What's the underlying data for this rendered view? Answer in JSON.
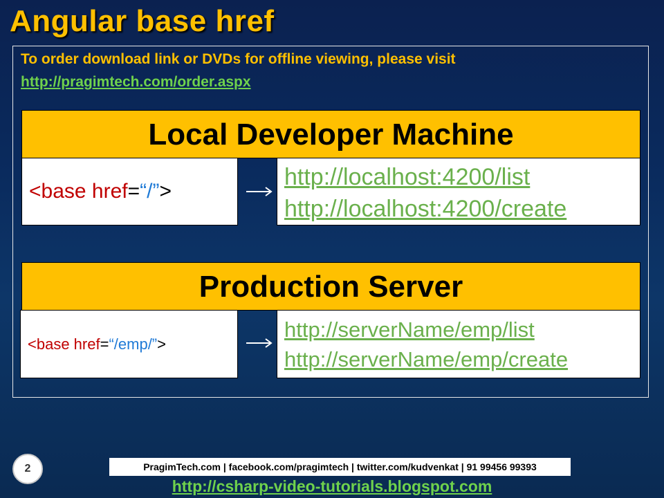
{
  "title": "Angular base href",
  "order": {
    "text": "To order download link or DVDs for offline viewing, please visit",
    "link": "http://pragimtech.com/order.aspx"
  },
  "local": {
    "heading": "Local Developer Machine",
    "code": {
      "open": "<base ",
      "attr": "href",
      "eq": "=",
      "value": "“/”",
      "close": ">"
    },
    "urls": [
      "http://localhost:4200/list",
      "http://localhost:4200/create"
    ]
  },
  "production": {
    "heading": "Production Server",
    "code": {
      "open": "<base ",
      "attr": "href",
      "eq": "=",
      "value": "“/emp/”",
      "close": ">"
    },
    "urls": [
      "http://serverName/emp/list",
      "http://serverName/emp/create"
    ]
  },
  "footer": {
    "page_number": "2",
    "contact": "PragimTech.com | facebook.com/pragimtech  | twitter.com/kudvenkat  | 91 99456 99393",
    "blog": "http://csharp-video-tutorials.blogspot.com"
  },
  "colors": {
    "title": "#ffc000",
    "banner": "#ffc000",
    "link": "#6fd24c",
    "code_tag": "#c00000",
    "code_value": "#1f7ad6"
  },
  "icons": {
    "arrow": "right-arrow-icon"
  }
}
